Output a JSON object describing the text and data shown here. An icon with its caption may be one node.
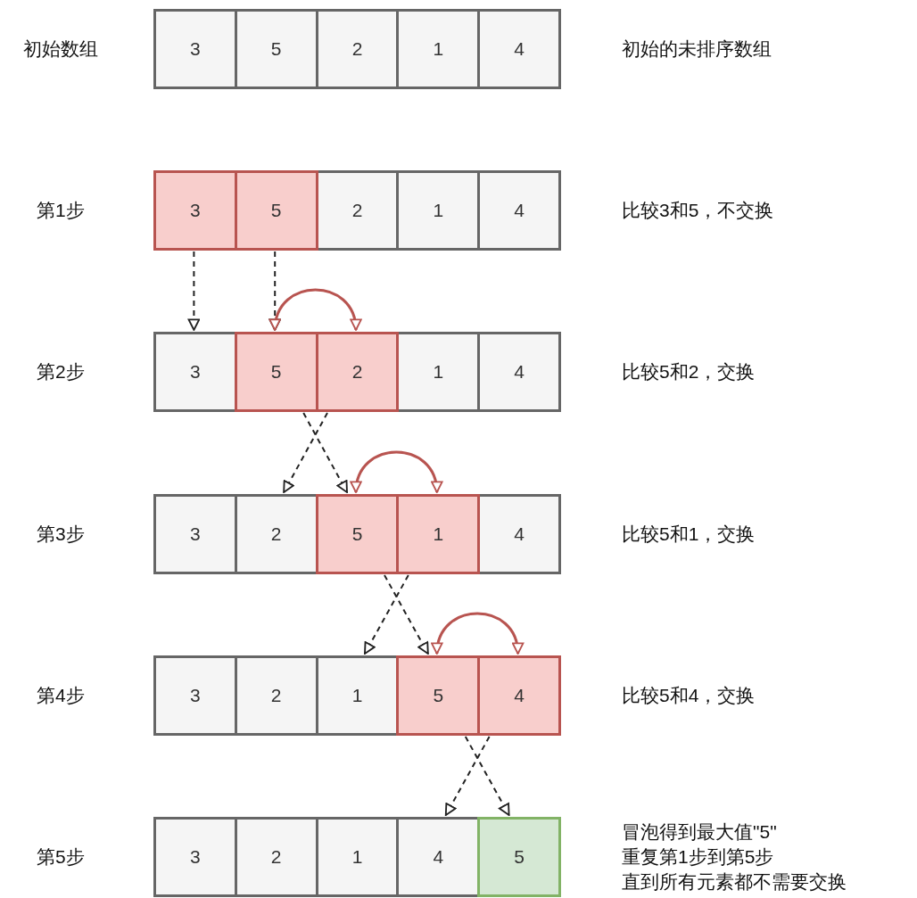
{
  "diagram": {
    "nodes": [
      {
        "text": [
          "3"
        ]
      },
      {
        "text": [
          "5"
        ]
      },
      {
        "text": [
          "2"
        ]
      },
      {
        "text": [
          "1"
        ]
      },
      {
        "text": [
          "4"
        ]
      },
      {
        "text": [
          "3"
        ]
      },
      {
        "text": [
          "5"
        ]
      },
      {
        "text": [
          "2"
        ]
      },
      {
        "text": [
          "1"
        ]
      },
      {
        "text": [
          "4"
        ]
      },
      {
        "text": [
          "3"
        ]
      },
      {
        "text": [
          "5"
        ]
      },
      {
        "text": [
          "2"
        ]
      },
      {
        "text": [
          "1"
        ]
      },
      {
        "text": [
          "4"
        ]
      },
      {
        "text": [
          "3"
        ]
      },
      {
        "text": [
          "2"
        ]
      },
      {
        "text": [
          "5"
        ]
      },
      {
        "text": [
          "1"
        ]
      },
      {
        "text": [
          "4"
        ]
      },
      {
        "text": [
          "3"
        ]
      },
      {
        "text": [
          "2"
        ]
      },
      {
        "text": [
          "1"
        ]
      },
      {
        "text": [
          "5"
        ]
      },
      {
        "text": [
          "4"
        ]
      },
      {
        "text": [
          "3"
        ]
      },
      {
        "text": [
          "2"
        ]
      },
      {
        "text": [
          "1"
        ]
      },
      {
        "text": [
          "4"
        ]
      },
      {
        "text": [
          "5"
        ]
      }
    ],
    "edges": [
      {
        "from": 5,
        "to": 10,
        "arrow": "to",
        "style": "dashed"
      },
      {
        "from": 6,
        "to": 11,
        "arrow": "to",
        "style": "dashed"
      },
      {
        "from": 11,
        "to": 12,
        "arrow": "both",
        "color": "#b85450"
      },
      {
        "from": 11,
        "to": 17,
        "arrow": "to",
        "style": "dashed"
      },
      {
        "from": 12,
        "to": 16,
        "arrow": "to",
        "style": "dashed"
      },
      {
        "from": 17,
        "to": 18,
        "arrow": "both",
        "color": "#b85450"
      },
      {
        "from": 17,
        "to": 23,
        "arrow": "to",
        "style": "dashed"
      },
      {
        "from": 18,
        "to": 22,
        "arrow": "to",
        "style": "dashed"
      },
      {
        "from": 23,
        "to": 24,
        "arrow": "both",
        "color": "#b85450"
      },
      {
        "from": 23,
        "to": 29,
        "arrow": "to",
        "style": "dashed"
      },
      {
        "from": 24,
        "to": 28,
        "arrow": "to",
        "style": "dashed"
      }
    ],
    "labels": [
      "初始数组",
      "初始的未排序数组",
      "第1步",
      "比较3和5，不交换",
      "第2步",
      "比较5和2，交换",
      "第3步",
      "比较5和1，交换",
      "第4步",
      "比较5和4，交换",
      "第5步",
      "冒泡得到最大值\"5\"",
      "重复第1步到第5步",
      "直到所有元素都不需要交换"
    ]
  }
}
